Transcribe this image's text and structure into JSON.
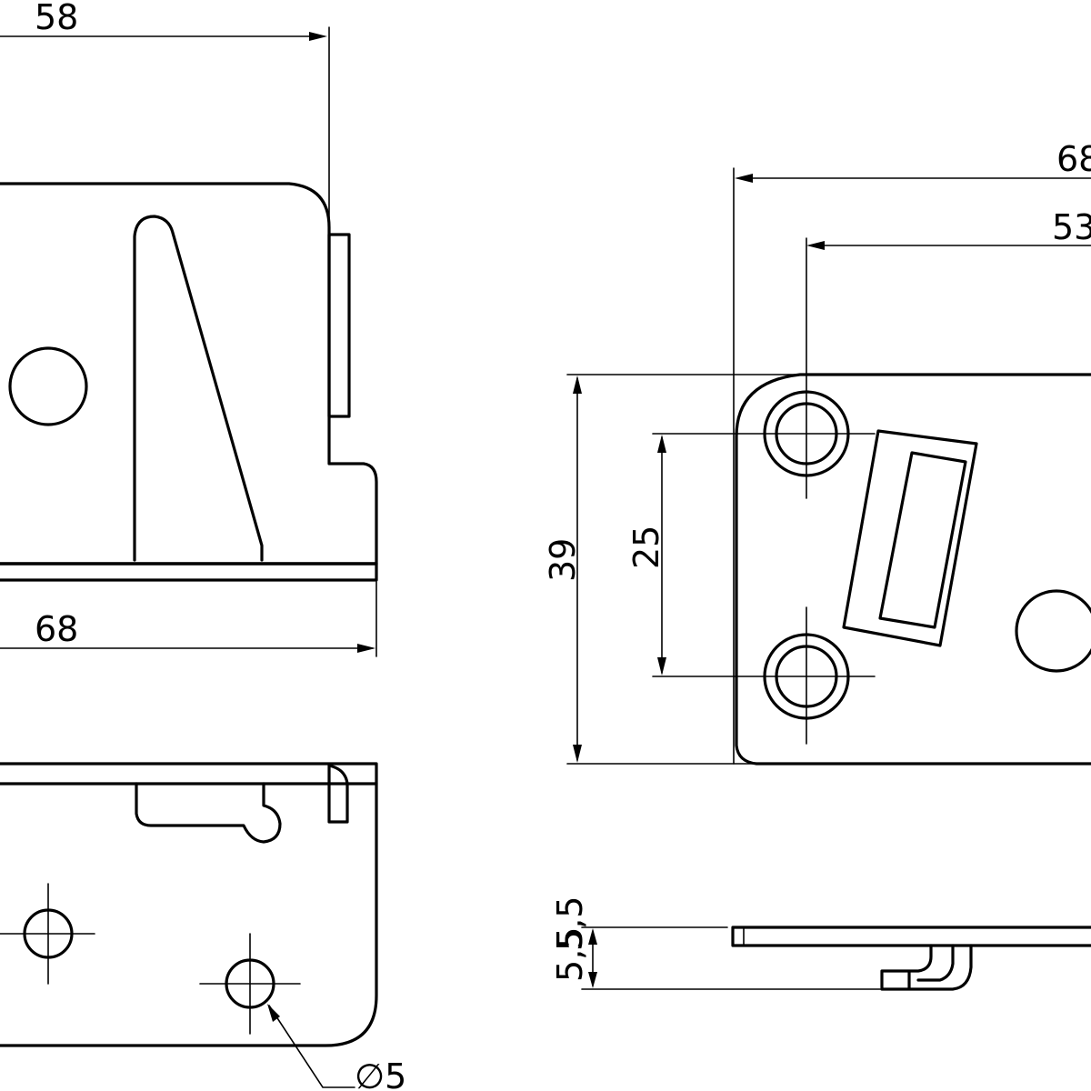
{
  "dimensions": {
    "top_left_width": "58",
    "bottom_left_width": "68",
    "right_total_width": "68",
    "right_partial_width": "53",
    "height_overall": "39",
    "hole_spacing": "25",
    "thickness_top": "5,5",
    "thickness_bottom": "5,5",
    "hole_diameter": "∅5"
  }
}
